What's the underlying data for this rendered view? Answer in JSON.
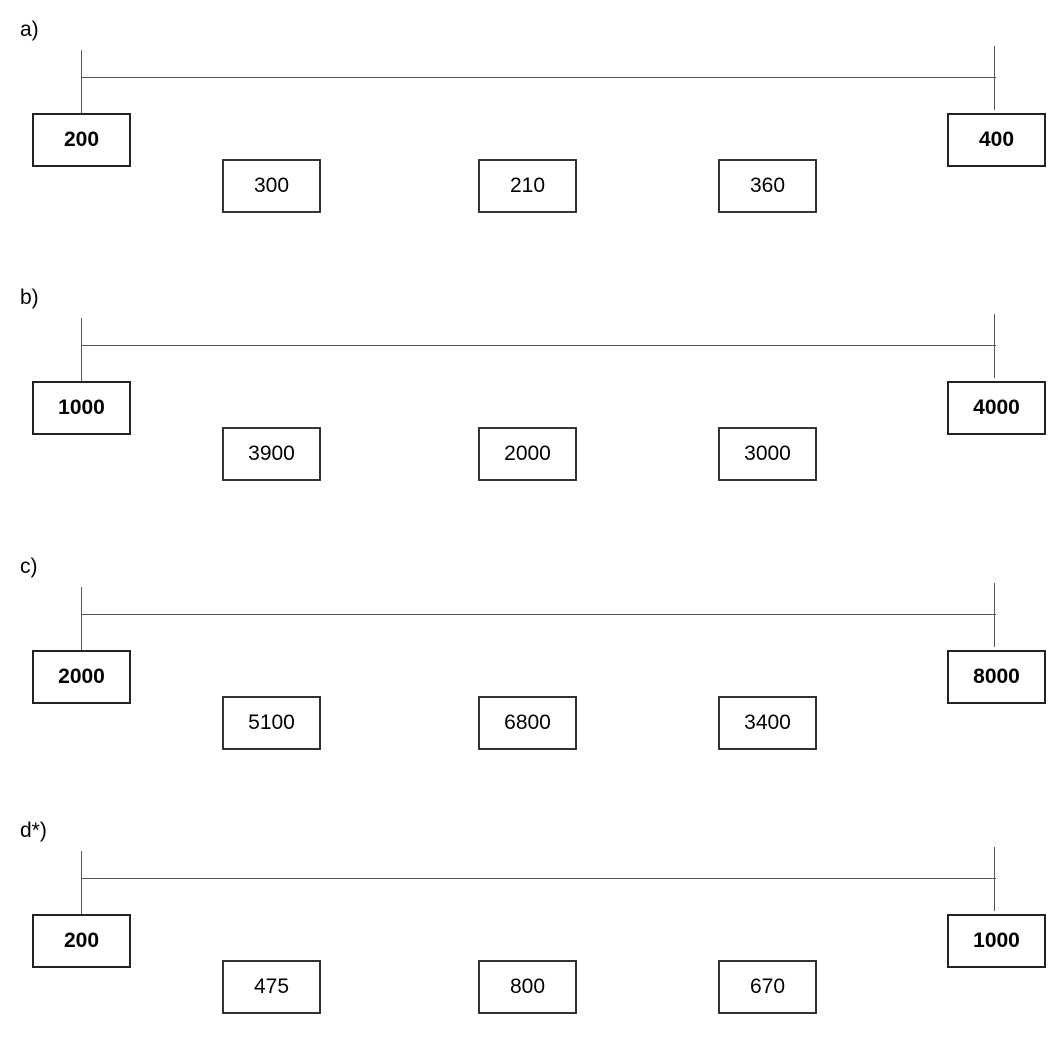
{
  "exercises": [
    {
      "label": "a)",
      "start": "200",
      "end": "400",
      "values": [
        "300",
        "210",
        "360"
      ]
    },
    {
      "label": "b)",
      "start": "1000",
      "end": "4000",
      "values": [
        "3900",
        "2000",
        "3000"
      ]
    },
    {
      "label": "c)",
      "start": "2000",
      "end": "8000",
      "values": [
        "5100",
        "6800",
        "3400"
      ]
    },
    {
      "label": "d*)",
      "start": "200",
      "end": "1000",
      "values": [
        "475",
        "800",
        "670"
      ]
    }
  ]
}
